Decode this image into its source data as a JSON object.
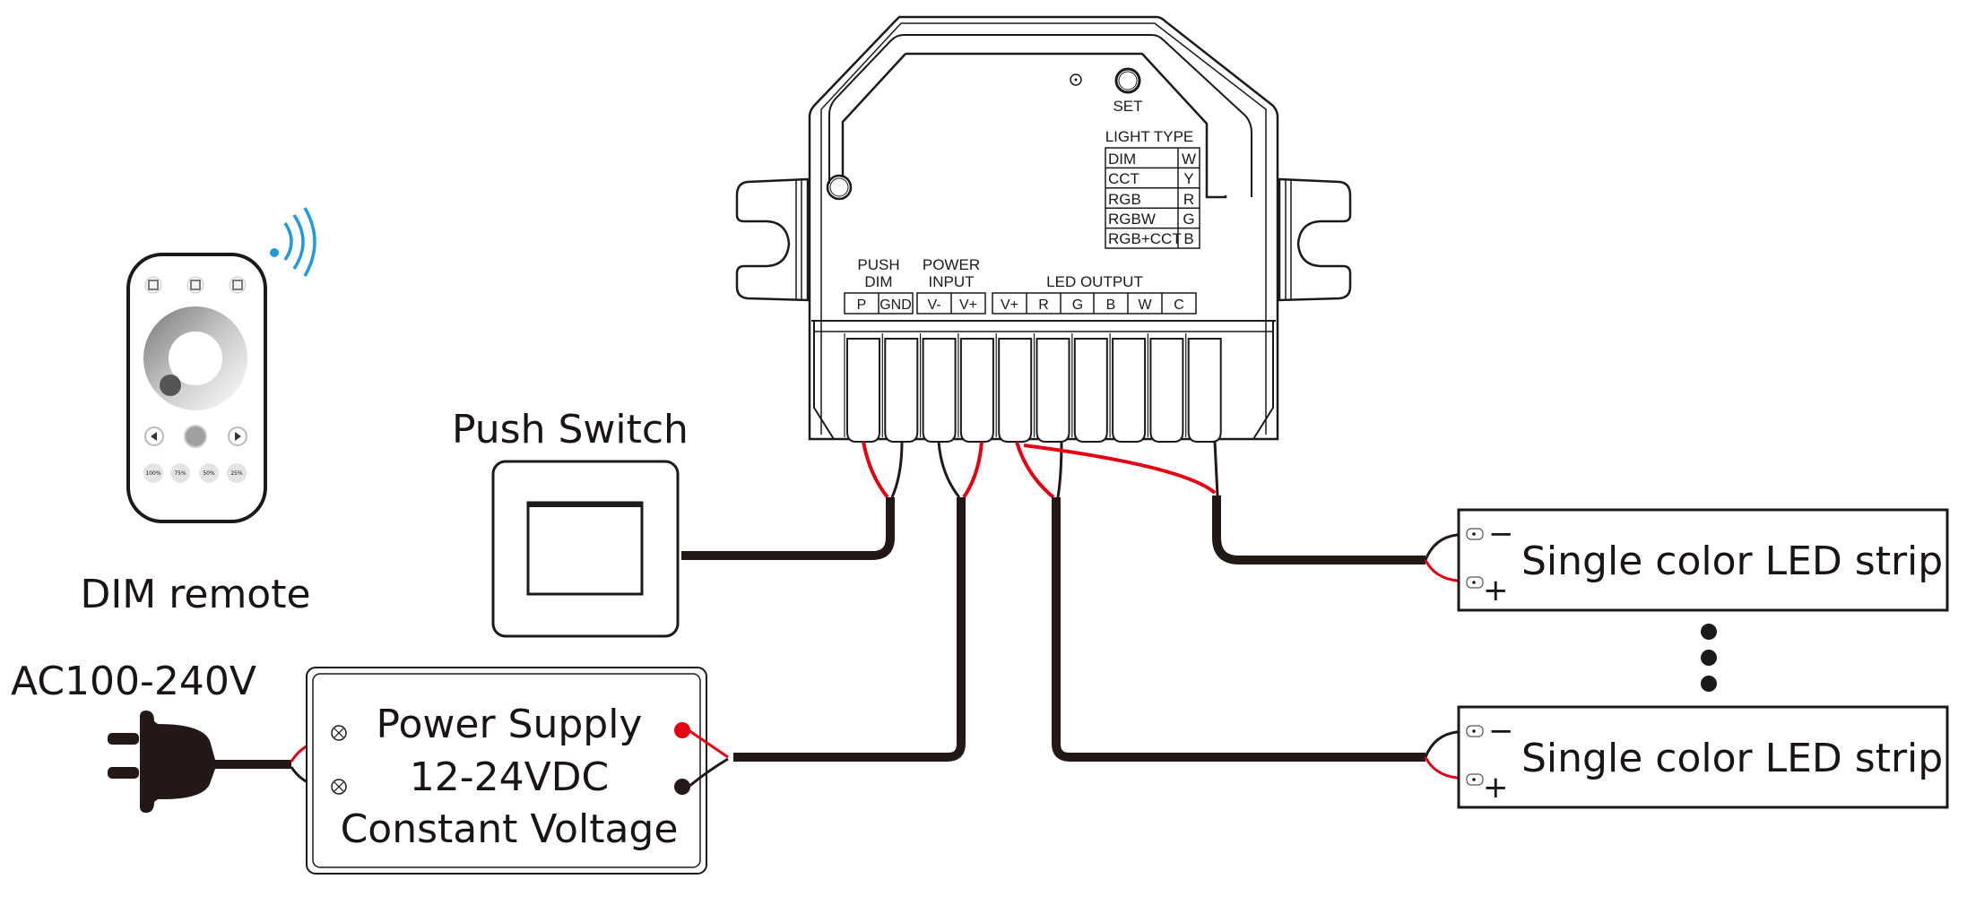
{
  "colors": {
    "wire_positive": "#e60012",
    "wire_negative": "#231815",
    "wireless_signal": "#1e9be0",
    "outline": "#1a1a1a"
  },
  "remote": {
    "label": "DIM remote",
    "icon": "wireless-signal-icon",
    "scene_buttons": [
      "save-icon",
      "save-icon",
      "save-icon"
    ],
    "nav_buttons": [
      "left-arrow-icon",
      "power-icon",
      "right-arrow-icon"
    ],
    "preset_buttons": [
      "100%",
      "75%",
      "50%",
      "25%"
    ]
  },
  "push_switch": {
    "label": "Push Switch"
  },
  "mains": {
    "label": "AC100-240V",
    "icon": "plug-icon"
  },
  "power_supply": {
    "line1": "Power Supply",
    "line2": "12-24VDC",
    "line3": "Constant Voltage"
  },
  "controller": {
    "set_label": "SET",
    "light_type": {
      "title": "LIGHT TYPE",
      "rows": [
        {
          "type": "DIM",
          "code": "W"
        },
        {
          "type": "CCT",
          "code": "Y"
        },
        {
          "type": "RGB",
          "code": "R"
        },
        {
          "type": "RGBW",
          "code": "G"
        },
        {
          "type": "RGB+CCT",
          "code": "B"
        }
      ]
    },
    "groups": {
      "push_dim": {
        "line1": "PUSH",
        "line2": "DIM",
        "terminals": [
          "P",
          "GND"
        ]
      },
      "power_input": {
        "line1": "POWER",
        "line2": "INPUT",
        "terminals": [
          "V-",
          "V+"
        ]
      },
      "led_output": {
        "line1": "LED OUTPUT",
        "terminals": [
          "V+",
          "R",
          "G",
          "B",
          "W",
          "C"
        ]
      }
    }
  },
  "led_strips": [
    {
      "label": "Single color LED strip",
      "minus": "−",
      "plus": "+"
    },
    {
      "label": "Single color LED strip",
      "minus": "−",
      "plus": "+"
    }
  ],
  "ellipsis": "more-strips-indicator"
}
